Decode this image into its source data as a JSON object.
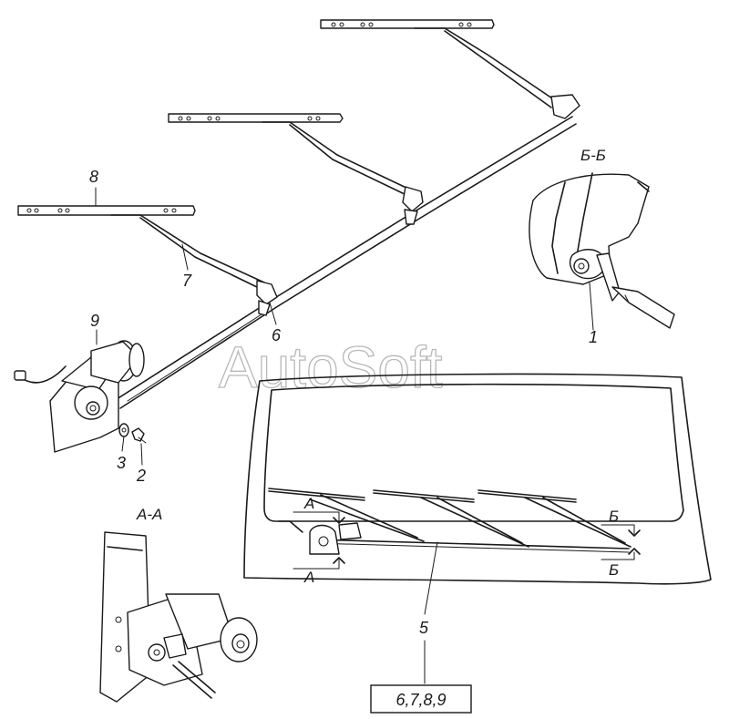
{
  "watermark": "AutoSoft",
  "callouts": {
    "c1": "1",
    "c2": "2",
    "c3": "3",
    "c5": "5",
    "c6": "6",
    "c7": "7",
    "c8": "8",
    "c9": "9",
    "ref_box": "6,7,8,9"
  },
  "sections": {
    "aa_title": "А-А",
    "bb_title": "Б-Б",
    "a_mark_top": "А",
    "a_mark_bottom": "А",
    "b_mark_top": "Б",
    "b_mark_bottom": "Б"
  }
}
